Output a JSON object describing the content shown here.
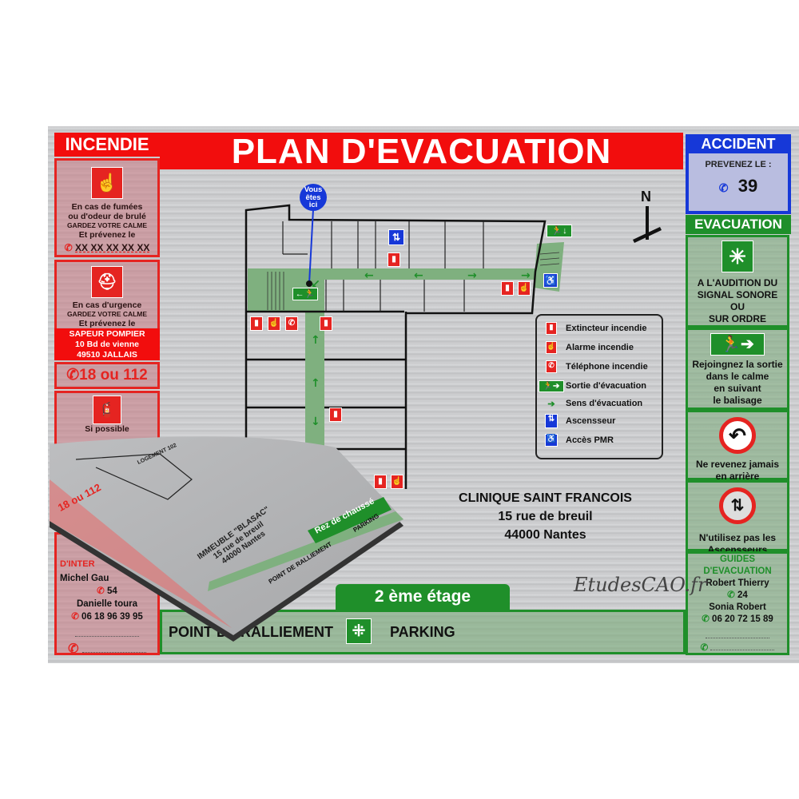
{
  "title": "PLAN D'EVACUATION",
  "colors": {
    "fire_red": "#f20d0d",
    "evac_green": "#1f8f2a",
    "accident_blue": "#1638d8",
    "steel": "#cfd0d2"
  },
  "incendie": {
    "header": "INCENDIE",
    "box1": {
      "icon": "fire-alarm-button-icon",
      "line1": "En cas de fumées",
      "line2": "ou d'odeur de brulé",
      "line3": "GARDEZ VOTRE CALME",
      "line4": "Et prévenez le",
      "phone": "XX XX XX XX XX"
    },
    "box2": {
      "icon": "firefighter-helmet-icon",
      "line1": "En cas d'urgence",
      "line2": "GARDEZ VOTRE CALME",
      "line3": "Et prévenez le"
    },
    "pompier": {
      "line1": "SAPEUR POMPIER",
      "line2": "10 Bd de vienne",
      "line3": "49510 JALLAIS"
    },
    "emergency_number": "18 ou 112",
    "box3": {
      "icon": "fire-extinguisher-icon",
      "line1": "Si possible"
    },
    "team": {
      "header": "D'INTER",
      "name1": "Michel Gau",
      "number1": "54",
      "name2": "Danielle toura",
      "phone2": "06 18 96 39 95"
    }
  },
  "accident": {
    "header": "ACCIDENT",
    "label": "PREVENEZ LE :",
    "number": "39"
  },
  "evacuation": {
    "header": "EVACUATION",
    "box1": {
      "icon": "alarm-signal-icon",
      "l1": "A L'AUDITION DU",
      "l2": "SIGNAL SONORE",
      "l3": "OU",
      "l4": "SUR ORDRE"
    },
    "box2": {
      "icon": "exit-running-man-icon",
      "l1": "Rejoingnez la sortie",
      "l2": "dans le calme",
      "l3": "en suivant",
      "l4": "le balisage"
    },
    "box3": {
      "icon": "no-turning-back-icon",
      "l1": "Ne revenez jamais",
      "l2": "en arrière"
    },
    "box4": {
      "icon": "no-elevator-icon",
      "l1": "N'utilisez pas les",
      "l2": "Ascensseurs"
    },
    "guides": {
      "h1": "GUIDES",
      "h2": "D'EVACUATION",
      "name1": "Robert Thierry",
      "number1": "24",
      "name2": "Sonia Robert",
      "phone2": "06 20 72 15 89"
    }
  },
  "map": {
    "you_are_here": {
      "l1": "Vous",
      "l2": "êtes",
      "l3": "ici"
    },
    "north": "N",
    "legend": [
      {
        "icon": "fire-extinguisher-icon",
        "label": "Extincteur incendie"
      },
      {
        "icon": "fire-alarm-icon",
        "label": "Alarme incendie"
      },
      {
        "icon": "fire-phone-icon",
        "label": "Téléphone incendie"
      },
      {
        "icon": "exit-sign-icon",
        "label": "Sortie d'évacuation"
      },
      {
        "icon": "green-arrow-icon",
        "label": "Sens d'évacuation"
      },
      {
        "icon": "elevator-icon",
        "label": "Ascensseur"
      },
      {
        "icon": "wheelchair-icon",
        "label": "Accès PMR"
      }
    ],
    "building": {
      "name": "CLINIQUE SAINT FRANCOIS",
      "street": "15 rue de breuil",
      "city": "44000 Nantes"
    },
    "floor": "2 ème étage",
    "logo": "EtudesCAO.fr"
  },
  "footer": {
    "rally": "POINT DE RALLIEMENT",
    "parking": "PARKING"
  },
  "inset": {
    "room": "LOGEMENT 102",
    "building": "IMMEUBLE \"BLASAC\"",
    "street": "15 rue de breuil",
    "city": "44000 Nantes",
    "floor": "Rez de chaussé",
    "rally": "POINT DE RALLIEMENT",
    "parking": "PARKING",
    "number": "18 ou 112"
  }
}
